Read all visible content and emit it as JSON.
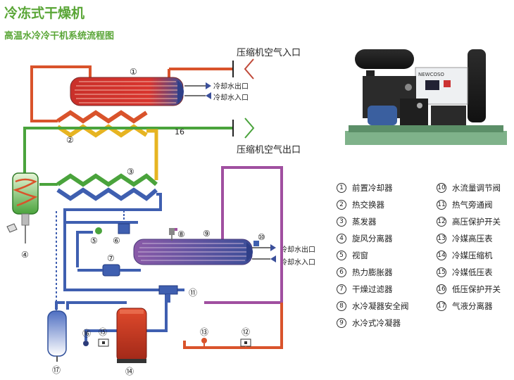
{
  "title": "冷冻式干燥机",
  "subtitle": "高温水冷冷干机系统流程图",
  "ports": {
    "air_in": "压缩机空气入口",
    "air_out": "压缩机空气出口",
    "cool_water_out_1": "冷却水出口",
    "cool_water_in_1": "冷却水入口",
    "cool_water_out_2": "冷却水出口",
    "cool_water_in_2": "冷却水入口"
  },
  "nameplate": "NEWCOSO",
  "markers": [
    "①",
    "②",
    "③",
    "④",
    "⑤",
    "⑥",
    "⑦",
    "⑧",
    "⑨",
    "⑩",
    "⑪",
    "⑫",
    "⑬",
    "⑭",
    "⑮",
    "⑯",
    "⑰"
  ],
  "marker_16_plain": "16",
  "legend": [
    {
      "num": "1",
      "label": "前置冷却器"
    },
    {
      "num": "2",
      "label": "热交换器"
    },
    {
      "num": "3",
      "label": "蒸发器"
    },
    {
      "num": "4",
      "label": "旋风分离器"
    },
    {
      "num": "5",
      "label": "视窗"
    },
    {
      "num": "6",
      "label": "热力膨胀器"
    },
    {
      "num": "7",
      "label": "干燥过滤器"
    },
    {
      "num": "8",
      "label": "水冷凝器安全阀"
    },
    {
      "num": "9",
      "label": "水冷式冷凝器"
    },
    {
      "num": "10",
      "label": "水流量调节阀"
    },
    {
      "num": "11",
      "label": "热气旁通阀"
    },
    {
      "num": "12",
      "label": "高压保护开关"
    },
    {
      "num": "13",
      "label": "冷媒高压表"
    },
    {
      "num": "14",
      "label": "冷媒压缩机"
    },
    {
      "num": "15",
      "label": "冷媒低压表"
    },
    {
      "num": "16",
      "label": "低压保护开关"
    },
    {
      "num": "17",
      "label": "气液分离器"
    }
  ],
  "colors": {
    "title": "#5aa637",
    "hot_pipe": "#d9532b",
    "green_pipe": "#4aa33c",
    "yellow_pipe": "#e6b422",
    "blue_pipe": "#3f5fb0",
    "purple_pipe": "#a04fa0",
    "cooler_red": "#d8342e",
    "cooler_blue": "#3a4f9a",
    "compressor": "#d23a22"
  }
}
